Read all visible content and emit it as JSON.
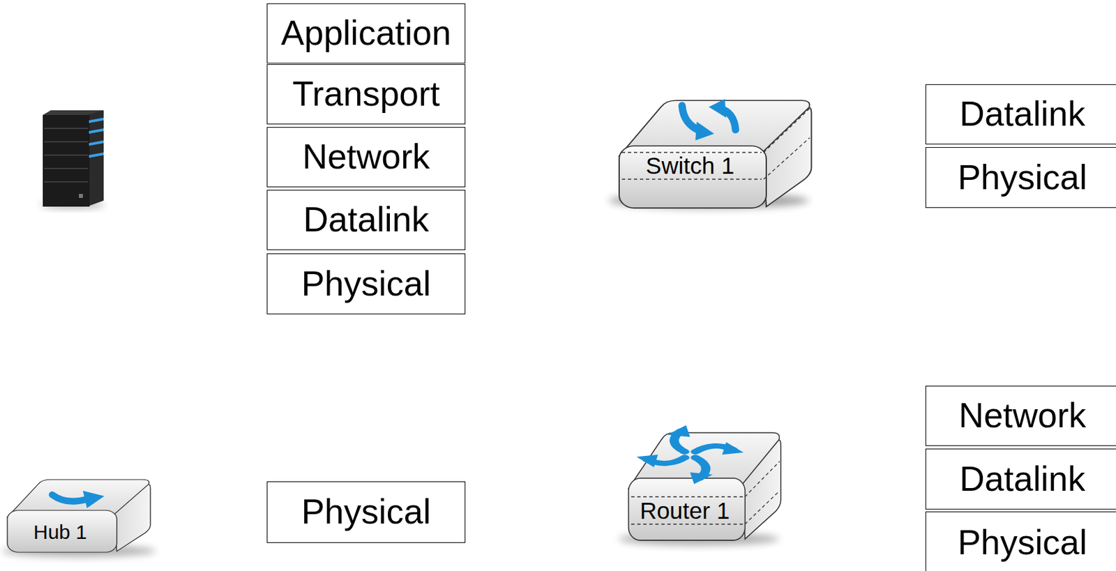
{
  "diagram": {
    "nodes": [
      {
        "text": [
          "Application"
        ]
      },
      {
        "text": [
          "Transport"
        ]
      },
      {
        "text": [
          "Network"
        ]
      },
      {
        "text": [
          "Datalink"
        ]
      },
      {
        "text": [
          "Physical"
        ]
      },
      {
        "text": [
          "Switch 1"
        ]
      },
      {
        "text": [
          "Datalink"
        ]
      },
      {
        "text": [
          "Physical"
        ]
      },
      {
        "text": [
          "Hub 1"
        ]
      },
      {
        "text": [
          "Physical"
        ]
      },
      {
        "text": [
          "Router 1"
        ]
      },
      {
        "text": [
          "Network"
        ]
      },
      {
        "text": [
          "Datalink"
        ]
      },
      {
        "text": [
          "Physical"
        ]
      }
    ]
  }
}
